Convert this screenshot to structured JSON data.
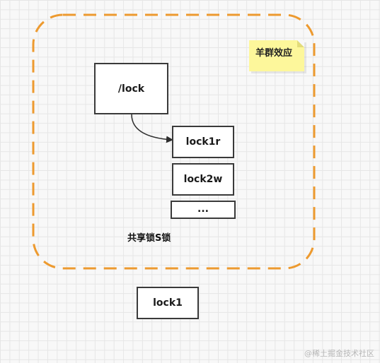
{
  "diagram": {
    "note_label": "羊群效应",
    "root_node": "/lock",
    "child_nodes": [
      "lock1r",
      "lock2w",
      "..."
    ],
    "group_label": "共享锁S锁",
    "bottom_node": "lock1"
  },
  "watermark": "@稀土掘金技术社区",
  "colors": {
    "group_border": "#ed9a2f",
    "note_fill": "#fdf79b",
    "node_border": "#3a3a3a",
    "connector": "#2d2d2d"
  }
}
